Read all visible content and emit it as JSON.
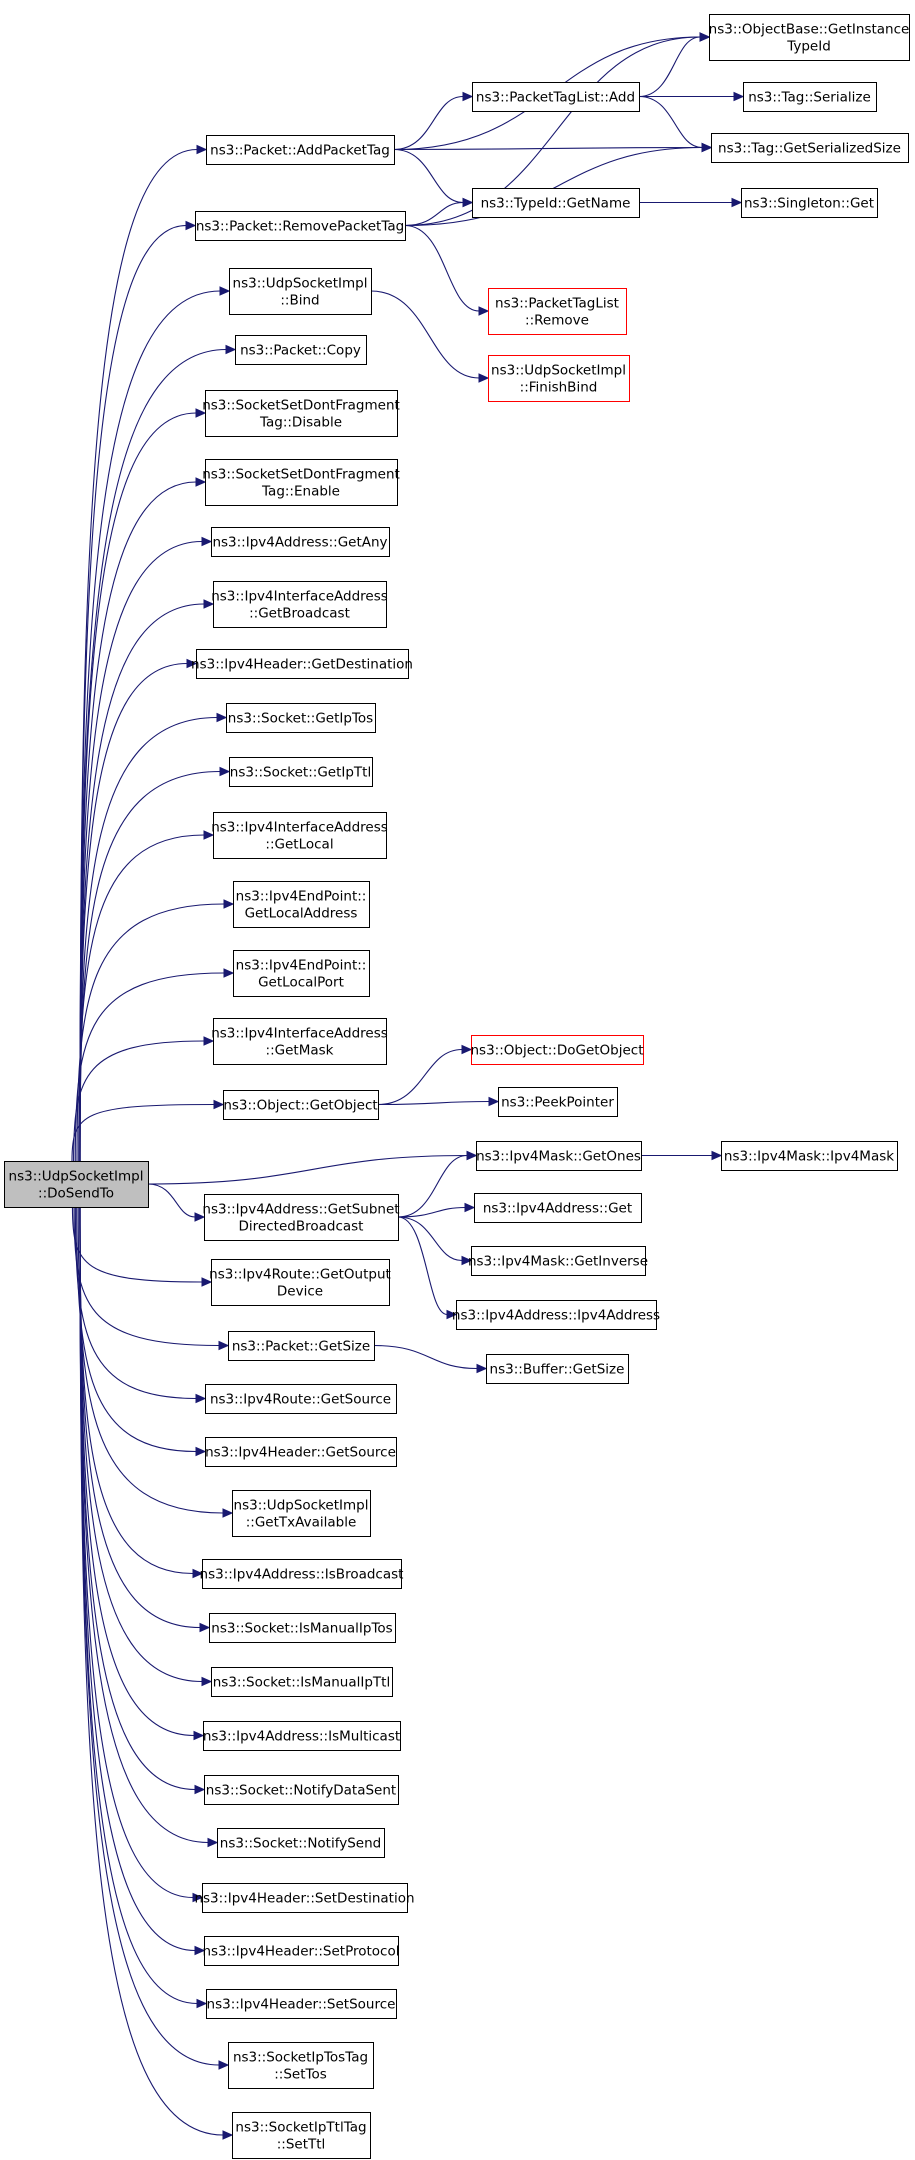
{
  "diagram": {
    "nodes": [
      {
        "id": "dosendto",
        "lines": [
          "ns3::UdpSocketImpl",
          "::DoSendTo"
        ],
        "root": true
      },
      {
        "id": "addpackettag",
        "lines": [
          "ns3::Packet::AddPacketTag"
        ]
      },
      {
        "id": "removepackettag",
        "lines": [
          "ns3::Packet::RemovePacketTag"
        ]
      },
      {
        "id": "bind",
        "lines": [
          "ns3::UdpSocketImpl",
          "::Bind"
        ]
      },
      {
        "id": "copy",
        "lines": [
          "ns3::Packet::Copy"
        ]
      },
      {
        "id": "dfdisable",
        "lines": [
          "ns3::SocketSetDontFragment",
          "Tag::Disable"
        ]
      },
      {
        "id": "dfenable",
        "lines": [
          "ns3::SocketSetDontFragment",
          "Tag::Enable"
        ]
      },
      {
        "id": "getany",
        "lines": [
          "ns3::Ipv4Address::GetAny"
        ]
      },
      {
        "id": "getbroadcast",
        "lines": [
          "ns3::Ipv4InterfaceAddress",
          "::GetBroadcast"
        ]
      },
      {
        "id": "getdestination",
        "lines": [
          "ns3::Ipv4Header::GetDestination"
        ]
      },
      {
        "id": "getiptos",
        "lines": [
          "ns3::Socket::GetIpTos"
        ]
      },
      {
        "id": "getipttl",
        "lines": [
          "ns3::Socket::GetIpTtl"
        ]
      },
      {
        "id": "getlocal",
        "lines": [
          "ns3::Ipv4InterfaceAddress",
          "::GetLocal"
        ]
      },
      {
        "id": "getlocaladdress",
        "lines": [
          "ns3::Ipv4EndPoint::",
          "GetLocalAddress"
        ]
      },
      {
        "id": "getlocalport",
        "lines": [
          "ns3::Ipv4EndPoint::",
          "GetLocalPort"
        ]
      },
      {
        "id": "getmask",
        "lines": [
          "ns3::Ipv4InterfaceAddress",
          "::GetMask"
        ]
      },
      {
        "id": "getobject",
        "lines": [
          "ns3::Object::GetObject"
        ]
      },
      {
        "id": "getsubnet",
        "lines": [
          "ns3::Ipv4Address::GetSubnet",
          "DirectedBroadcast"
        ]
      },
      {
        "id": "getoutputdevice",
        "lines": [
          "ns3::Ipv4Route::GetOutput",
          "Device"
        ]
      },
      {
        "id": "getsize",
        "lines": [
          "ns3::Packet::GetSize"
        ]
      },
      {
        "id": "routegetsource",
        "lines": [
          "ns3::Ipv4Route::GetSource"
        ]
      },
      {
        "id": "headergetsource",
        "lines": [
          "ns3::Ipv4Header::GetSource"
        ]
      },
      {
        "id": "gettxavailable",
        "lines": [
          "ns3::UdpSocketImpl",
          "::GetTxAvailable"
        ]
      },
      {
        "id": "isbroadcast",
        "lines": [
          "ns3::Ipv4Address::IsBroadcast"
        ]
      },
      {
        "id": "ismanualiptos",
        "lines": [
          "ns3::Socket::IsManualIpTos"
        ]
      },
      {
        "id": "ismanualipttl",
        "lines": [
          "ns3::Socket::IsManualIpTtl"
        ]
      },
      {
        "id": "ismulticast",
        "lines": [
          "ns3::Ipv4Address::IsMulticast"
        ]
      },
      {
        "id": "notifydatasent",
        "lines": [
          "ns3::Socket::NotifyDataSent"
        ]
      },
      {
        "id": "notifysend",
        "lines": [
          "ns3::Socket::NotifySend"
        ]
      },
      {
        "id": "setdestination",
        "lines": [
          "ns3::Ipv4Header::SetDestination"
        ]
      },
      {
        "id": "setprotocol",
        "lines": [
          "ns3::Ipv4Header::SetProtocol"
        ]
      },
      {
        "id": "setsource",
        "lines": [
          "ns3::Ipv4Header::SetSource"
        ]
      },
      {
        "id": "settos",
        "lines": [
          "ns3::SocketIpTosTag",
          "::SetTos"
        ]
      },
      {
        "id": "setttl",
        "lines": [
          "ns3::SocketIpTtlTag",
          "::SetTtl"
        ]
      },
      {
        "id": "getinstancetypeid",
        "lines": [
          "ns3::ObjectBase::GetInstance",
          "TypeId"
        ]
      },
      {
        "id": "packettaglistadd",
        "lines": [
          "ns3::PacketTagList::Add"
        ]
      },
      {
        "id": "tagserialize",
        "lines": [
          "ns3::Tag::Serialize"
        ]
      },
      {
        "id": "taggetserializedsize",
        "lines": [
          "ns3::Tag::GetSerializedSize"
        ]
      },
      {
        "id": "typeidgetname",
        "lines": [
          "ns3::TypeId::GetName"
        ]
      },
      {
        "id": "singletonget",
        "lines": [
          "ns3::Singleton::Get"
        ]
      },
      {
        "id": "packettaglistremove",
        "lines": [
          "ns3::PacketTagList",
          "::Remove"
        ],
        "truncated": true
      },
      {
        "id": "finishbind",
        "lines": [
          "ns3::UdpSocketImpl",
          "::FinishBind"
        ],
        "truncated": true
      },
      {
        "id": "dogetobject",
        "lines": [
          "ns3::Object::DoGetObject"
        ],
        "truncated": true
      },
      {
        "id": "peekpointer",
        "lines": [
          "ns3::PeekPointer"
        ]
      },
      {
        "id": "maskgetones",
        "lines": [
          "ns3::Ipv4Mask::GetOnes"
        ]
      },
      {
        "id": "maskipv4mask",
        "lines": [
          "ns3::Ipv4Mask::Ipv4Mask"
        ]
      },
      {
        "id": "addressget",
        "lines": [
          "ns3::Ipv4Address::Get"
        ]
      },
      {
        "id": "maskgetinverse",
        "lines": [
          "ns3::Ipv4Mask::GetInverse"
        ]
      },
      {
        "id": "addressipv4address",
        "lines": [
          "ns3::Ipv4Address::Ipv4Address"
        ]
      },
      {
        "id": "buffergetsize",
        "lines": [
          "ns3::Buffer::GetSize"
        ]
      }
    ],
    "edges": [
      [
        "dosendto",
        "addpackettag"
      ],
      [
        "dosendto",
        "removepackettag"
      ],
      [
        "dosendto",
        "bind"
      ],
      [
        "dosendto",
        "copy"
      ],
      [
        "dosendto",
        "dfdisable"
      ],
      [
        "dosendto",
        "dfenable"
      ],
      [
        "dosendto",
        "getany"
      ],
      [
        "dosendto",
        "getbroadcast"
      ],
      [
        "dosendto",
        "getdestination"
      ],
      [
        "dosendto",
        "getiptos"
      ],
      [
        "dosendto",
        "getipttl"
      ],
      [
        "dosendto",
        "getlocal"
      ],
      [
        "dosendto",
        "getlocaladdress"
      ],
      [
        "dosendto",
        "getlocalport"
      ],
      [
        "dosendto",
        "getmask"
      ],
      [
        "dosendto",
        "getobject"
      ],
      [
        "dosendto",
        "maskgetones"
      ],
      [
        "dosendto",
        "getsubnet"
      ],
      [
        "dosendto",
        "getoutputdevice"
      ],
      [
        "dosendto",
        "getsize"
      ],
      [
        "dosendto",
        "routegetsource"
      ],
      [
        "dosendto",
        "headergetsource"
      ],
      [
        "dosendto",
        "gettxavailable"
      ],
      [
        "dosendto",
        "isbroadcast"
      ],
      [
        "dosendto",
        "ismanualiptos"
      ],
      [
        "dosendto",
        "ismanualipttl"
      ],
      [
        "dosendto",
        "ismulticast"
      ],
      [
        "dosendto",
        "notifydatasent"
      ],
      [
        "dosendto",
        "notifysend"
      ],
      [
        "dosendto",
        "setdestination"
      ],
      [
        "dosendto",
        "setprotocol"
      ],
      [
        "dosendto",
        "setsource"
      ],
      [
        "dosendto",
        "settos"
      ],
      [
        "dosendto",
        "setttl"
      ],
      [
        "addpackettag",
        "getinstancetypeid"
      ],
      [
        "addpackettag",
        "packettaglistadd"
      ],
      [
        "addpackettag",
        "taggetserializedsize"
      ],
      [
        "addpackettag",
        "typeidgetname"
      ],
      [
        "removepackettag",
        "getinstancetypeid"
      ],
      [
        "removepackettag",
        "typeidgetname"
      ],
      [
        "removepackettag",
        "taggetserializedsize"
      ],
      [
        "removepackettag",
        "packettaglistremove"
      ],
      [
        "packettaglistadd",
        "getinstancetypeid"
      ],
      [
        "packettaglistadd",
        "tagserialize"
      ],
      [
        "packettaglistadd",
        "taggetserializedsize"
      ],
      [
        "typeidgetname",
        "singletonget"
      ],
      [
        "bind",
        "finishbind"
      ],
      [
        "getobject",
        "dogetobject"
      ],
      [
        "getobject",
        "peekpointer"
      ],
      [
        "maskgetones",
        "maskipv4mask"
      ],
      [
        "getsubnet",
        "maskgetones"
      ],
      [
        "getsubnet",
        "addressget"
      ],
      [
        "getsubnet",
        "maskgetinverse"
      ],
      [
        "getsubnet",
        "addressipv4address"
      ],
      [
        "getsize",
        "buffergetsize"
      ]
    ]
  }
}
